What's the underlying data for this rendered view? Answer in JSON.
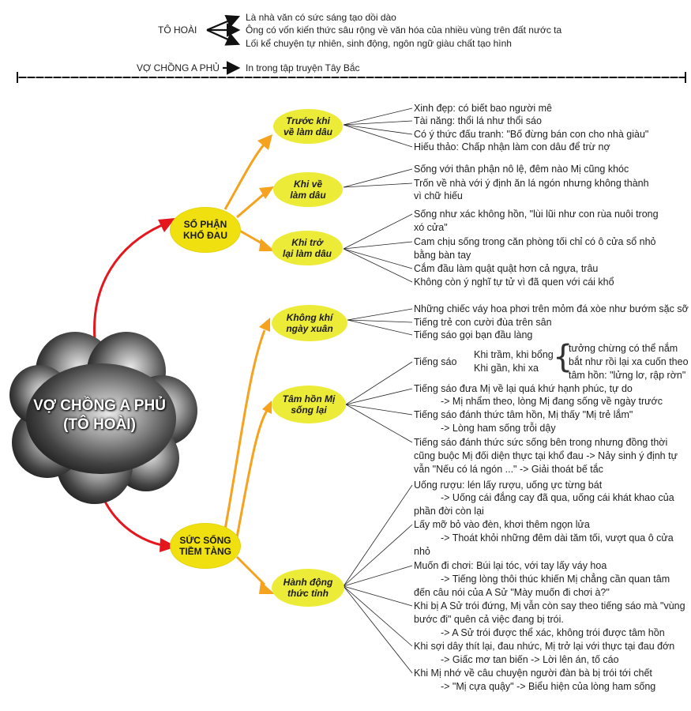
{
  "header": {
    "author_label": "TÔ HOÀI",
    "author_facts": [
      "Là nhà văn có sức sáng tạo dồi dào",
      "Ông có vốn kiến thức sâu rộng về văn hóa của nhiều vùng trên đất nước ta",
      "Lối kể chuyện tự nhiên, sinh động, ngôn ngữ giàu chất tạo hình"
    ],
    "work_label": "VỢ CHỒNG A PHỦ",
    "work_fact": "In trong tập truyện Tây Bắc"
  },
  "center": {
    "line1": "VỢ CHỒNG A PHỦ",
    "line2": "(TÔ HOÀI)"
  },
  "branch1": {
    "label1": "SỐ PHẬN",
    "label2": "KHỔ ĐAU",
    "sub1": {
      "label1": "Trước khi",
      "label2": "về làm dâu",
      "items": [
        "Xinh đẹp: có biết bao người mê",
        "Tài năng: thổi lá như thổi sáo",
        "Có ý thức đấu tranh: \"Bố đừng bán con cho nhà giàu\"",
        "Hiếu thảo: Chấp nhận làm con dâu để trừ nợ"
      ]
    },
    "sub2": {
      "label1": "Khi về",
      "label2": "làm dâu",
      "items": [
        "Sống với thân phận nô lệ, đêm nào Mị cũng khóc",
        "Trốn về nhà với ý định ăn lá ngón nhưng không thành",
        "vì chữ hiếu"
      ]
    },
    "sub3": {
      "label1": "Khi trở",
      "label2": "lại làm dâu",
      "items": [
        "Sống như xác không hồn, \"lùi lũi như con rùa nuôi trong",
        "xó cửa\"",
        "Cam chịu sống trong căn phòng tối chỉ có ô cửa sổ nhỏ",
        "bằng bàn tay",
        "Cắm đầu làm quật quật hơn cả ngựa, trâu",
        "Không còn ý nghĩ tự tử vì đã quen với cái khổ"
      ]
    }
  },
  "branch2": {
    "label1": "SỨC SỐNG",
    "label2": "TIỀM TÀNG",
    "sub1": {
      "label1": "Không khí",
      "label2": "ngày xuân",
      "items": [
        "Những chiếc váy hoa phơi trên mỏm đá xòe như bướm sặc sỡ",
        "Tiếng trẻ con cười đùa trên sân",
        "Tiếng sáo gọi bạn đầu làng"
      ]
    },
    "sub2": {
      "label1": "Tâm hồn Mị",
      "label2": "sống lại",
      "flute_label": "Tiếng sáo",
      "flute_a": "Khi trầm, khi bổng",
      "flute_b": "Khi gần, khi xa",
      "flute_desc": [
        "tưởng chừng có thể nắm",
        "bắt như rồi lại xa cuốn theo",
        "tâm hồn: \"lửng lơ, rập rờn\""
      ],
      "items": [
        "Tiếng sáo đưa Mị về lại quá khứ hạnh phúc, tự do",
        "-> Mị nhẩm theo, lòng Mị đang sống về ngày trước",
        "Tiếng sáo đánh thức tâm hồn, Mị thấy \"Mị trẻ lắm\"",
        "-> Lòng ham sống trỗi dậy",
        "Tiếng sáo đánh thức sức sống bên trong nhưng đồng thời",
        "cũng buộc Mị đối diện thực tại khổ đau -> Nảy sinh ý định tự",
        "vẫn \"Nếu có lá ngón ...\" -> Giải thoát bế tắc"
      ]
    },
    "sub3": {
      "label1": "Hành động",
      "label2": "thức tỉnh",
      "items": [
        "Uống rượu: lén lấy rượu, uống ực từng bát",
        "-> Uống cái đắng cay đã qua, uống cái khát khao của",
        "phần đời còn lại",
        "Lấy mỡ bỏ vào đèn, khơi thêm ngọn lửa",
        "-> Thoát khỏi những đêm dài tăm tối, vượt qua ô cửa",
        "nhỏ",
        "Muốn đi chơi: Búi lại tóc, với tay lấy váy hoa",
        "-> Tiếng lòng thôi thúc khiến Mị chẳng cần quan tâm",
        "đến câu nói của A Sử \"Mày muốn đi chơi à?\"",
        "Khi bị A Sử trói đứng, Mị vẫn còn say theo tiếng sáo mà \"vùng",
        "bước đi\" quên cả việc đang bị trói.",
        "-> A Sử trói được thể xác, không trói được tâm hồn",
        "Khi sợi dây thít lại, đau nhức, Mị trở lại với thực tại đau đớn",
        "-> Giấc mơ tan biến -> Lời lên án, tố cáo",
        "Khi Mị nhớ về câu chuyện người đàn bà bị trói tới chết",
        "-> \"Mị cựa quậy\" -> Biểu hiện của lòng ham sống"
      ]
    }
  },
  "colors": {
    "node_yellow": "#f0e010",
    "arrow_orange": "#f5a21e",
    "arrow_red": "#e3171d"
  }
}
